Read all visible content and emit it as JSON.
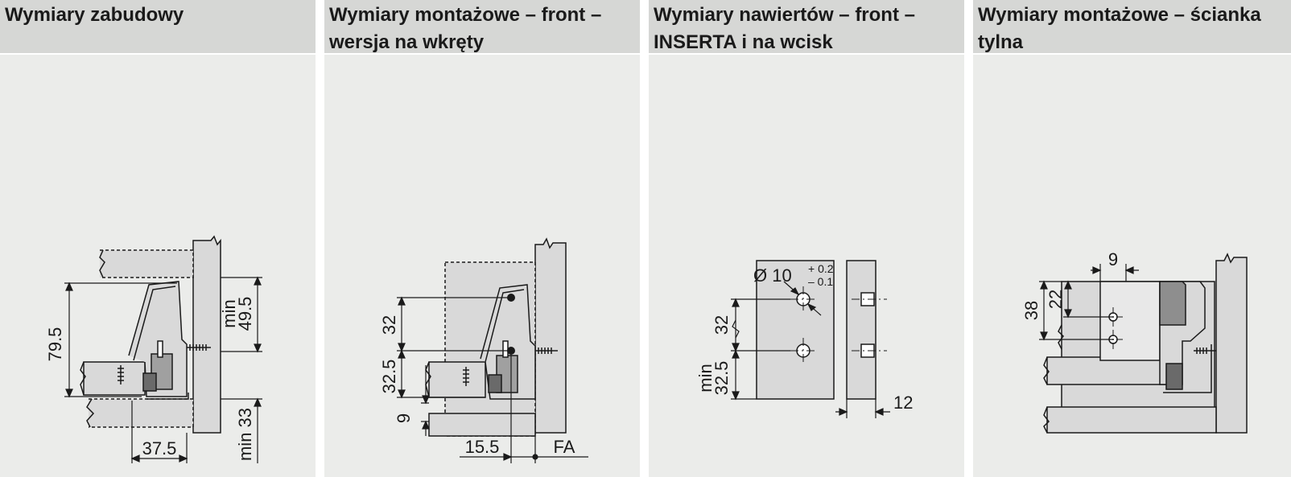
{
  "panels": [
    {
      "title_line1": "Wymiary zabudowy",
      "title_line2": "",
      "labels": {
        "height": "79.5",
        "top_gap_min": "min",
        "top_gap_value": "49.5",
        "bottom_gap": "min 33",
        "width": "37.5"
      }
    },
    {
      "title_line1": "Wymiary montażowe – front –",
      "title_line2": "wersja na wkręty",
      "labels": {
        "upper": "32",
        "lower": "32.5",
        "bottom": "9",
        "offset": "15.5",
        "fa": "FA"
      }
    },
    {
      "title_line1": "Wymiary nawiertów – front –",
      "title_line2": "INSERTA i na wcisk",
      "labels": {
        "diameter": "Ø 10",
        "tol_plus": "+ 0.2",
        "tol_minus": "– 0.1",
        "upper": "32",
        "lower_min": "min",
        "lower_value": "32.5",
        "depth": "12"
      }
    },
    {
      "title_line1": "Wymiary montażowe – ścianka",
      "title_line2": "tylna",
      "labels": {
        "width": "9",
        "hole_spacing": "22",
        "height": "38"
      }
    }
  ],
  "colors": {
    "panel_bg": "#ebecea",
    "header_bg": "#d6d7d5",
    "part_fill": "#d9d9d9",
    "dark_part": "#8e8e8e",
    "line": "#1a1a1a"
  }
}
